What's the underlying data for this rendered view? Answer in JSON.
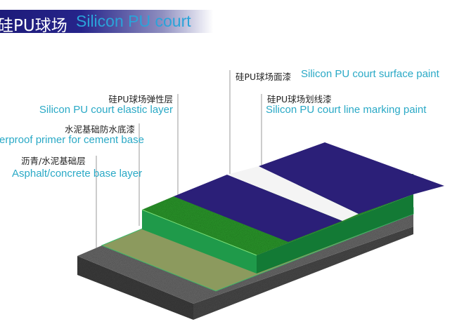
{
  "title": {
    "cn": "硅PU球场",
    "en": "Silicon PU court"
  },
  "labels": {
    "surface_paint": {
      "cn": "硅PU球场面漆",
      "en": "Silicon PU court surface paint"
    },
    "line_marking": {
      "cn": "硅PU球场划线漆",
      "en": "Silicon PU court line marking paint"
    },
    "elastic_layer": {
      "cn": "硅PU球场弹性层",
      "en": "Silicon PU court elastic layer"
    },
    "primer": {
      "cn": "水泥基础防水底漆",
      "en": "erproof primer for cement base"
    },
    "base_layer": {
      "cn": "沥青/水泥基础层",
      "en": "Asphalt/concrete base layer"
    }
  },
  "colors": {
    "title_bar": "#1d1b7a",
    "title_en": "#2aa3d9",
    "label_en": "#2aa9c6",
    "surface_paint": "#2b1f78",
    "line_marking": "#f4f4f4",
    "elastic_layer": "#2c9a2c",
    "primer": "#8c9a5e",
    "base_layer": "#555555"
  }
}
